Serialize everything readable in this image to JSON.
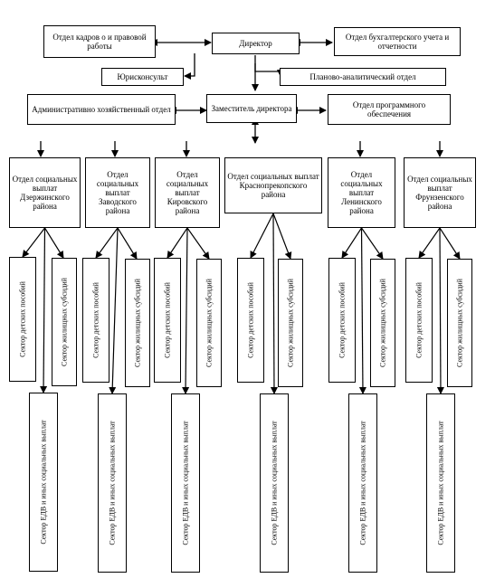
{
  "nodes": {
    "director": "Директор",
    "hr": "Отдел кадров о и правовой работы",
    "accounting": "Отдел бухгалтерского учета и отчетности",
    "lawyer": "Юрисконсульт",
    "planning": "Планово-аналитический отдел",
    "deputy": "Заместитель директора",
    "admin": "Административно хозяйственный отдел",
    "software": "Отдел программного обеспечения"
  },
  "districts": [
    "Отдел социальных выплат Дзержинского района",
    "Отдел социальных выплат Заводского района",
    "Отдел социальных выплат Кировского района",
    "Отдел социальных выплат Краснопрекопского района",
    "Отдел социальных выплат Ленинского района",
    "Отдел социальных выплат Фрунзенского района"
  ],
  "sectors": {
    "children": "Сектор детских пособий",
    "housing": "Сектор жилищных субсидий",
    "edv": "Сектор ЕДВ и иных социальных выплат"
  }
}
